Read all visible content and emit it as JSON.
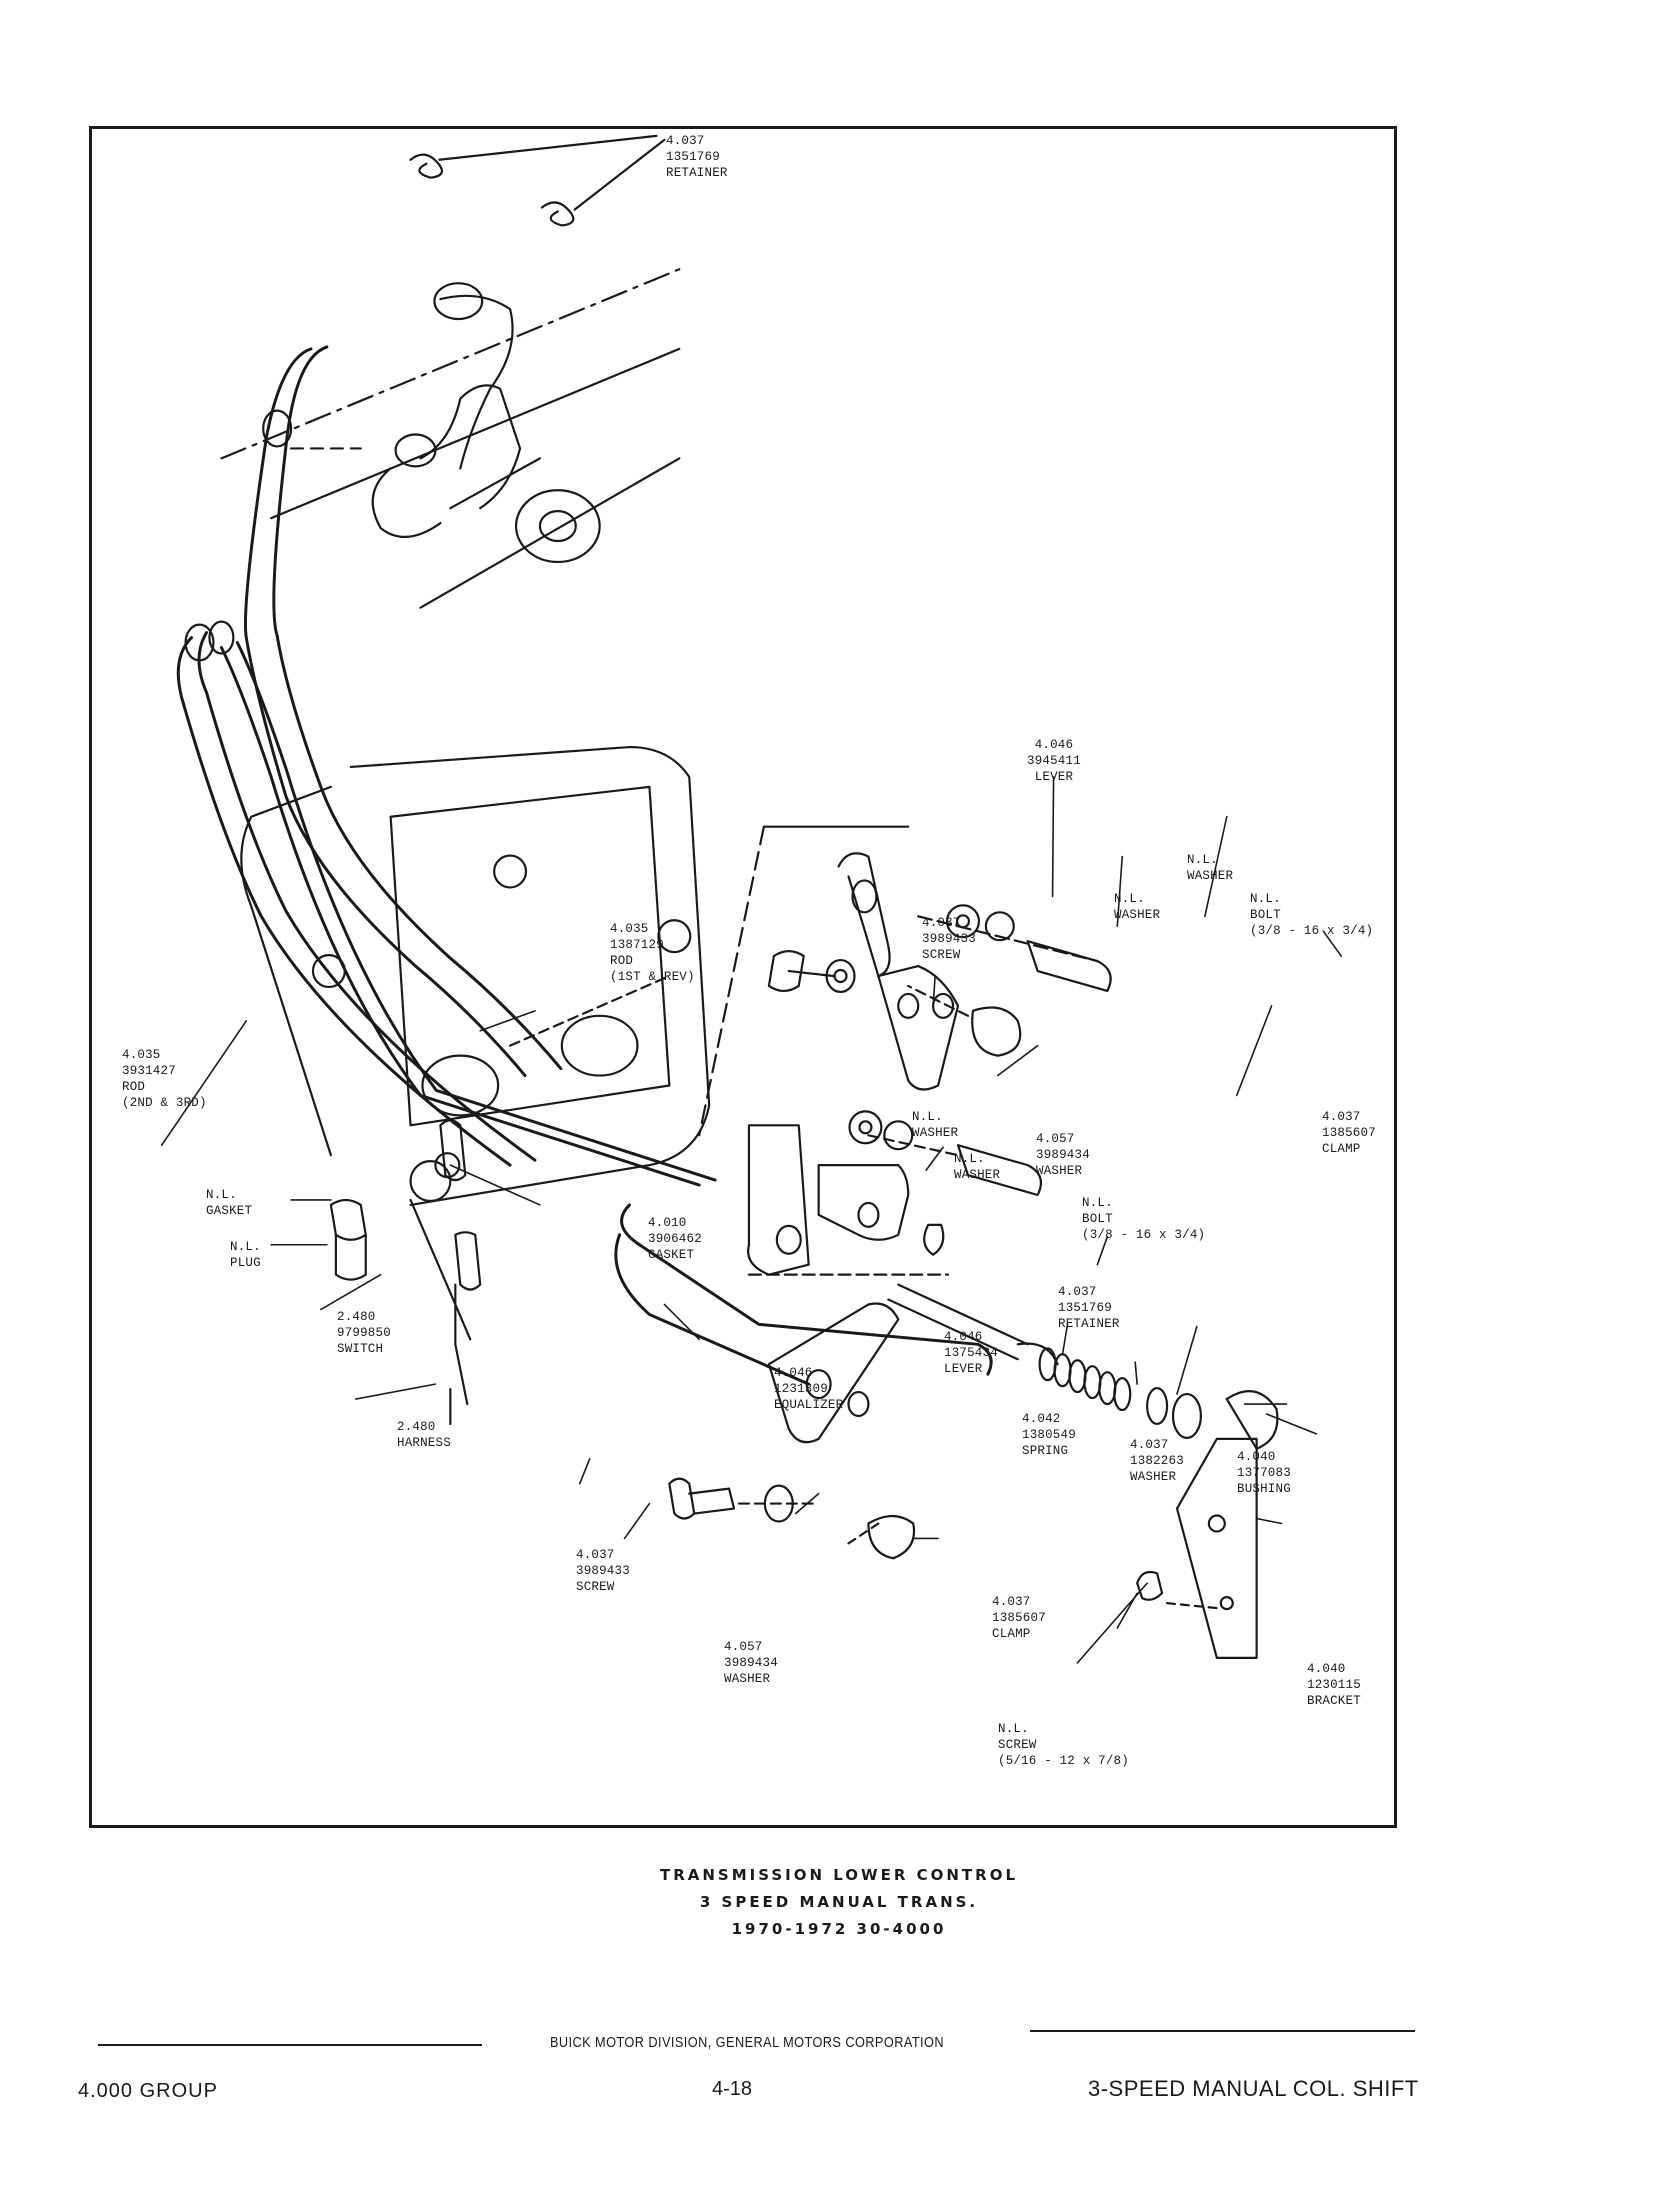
{
  "callouts": [
    {
      "id": "retainer-top",
      "lines": [
        "4.037",
        "1351769",
        "RETAINER"
      ]
    },
    {
      "id": "lever-3945411",
      "lines": [
        "4.046",
        "3945411",
        "LEVER"
      ]
    },
    {
      "id": "washer-nl-a",
      "lines": [
        "N.L.",
        "WASHER"
      ]
    },
    {
      "id": "washer-nl-b",
      "lines": [
        "N.L.",
        "WASHER"
      ]
    },
    {
      "id": "bolt-nl-top",
      "lines": [
        "N.L.",
        "BOLT",
        "(3/8 - 16 x 3/4)"
      ]
    },
    {
      "id": "screw-3989433-top",
      "lines": [
        "4.037",
        "3989433",
        "SCREW"
      ]
    },
    {
      "id": "rod-1387129",
      "lines": [
        "4.035",
        "1387129",
        "ROD",
        "(1ST & REV)"
      ]
    },
    {
      "id": "rod-3931427",
      "lines": [
        "4.035",
        "3931427",
        "ROD",
        "(2ND & 3RD)"
      ]
    },
    {
      "id": "clamp-top",
      "lines": [
        "4.037",
        "1385607",
        "CLAMP"
      ]
    },
    {
      "id": "washer-3989434-top",
      "lines": [
        "4.057",
        "3989434",
        "WASHER"
      ]
    },
    {
      "id": "washer-nl-c",
      "lines": [
        "N.L.",
        "WASHER"
      ]
    },
    {
      "id": "washer-nl-d",
      "lines": [
        "N.L.",
        "WASHER"
      ]
    },
    {
      "id": "bolt-nl-mid",
      "lines": [
        "N.L.",
        "BOLT",
        "(3/8 - 16 x 3/4)"
      ]
    },
    {
      "id": "gasket-nl",
      "lines": [
        "N.L.",
        "GASKET"
      ]
    },
    {
      "id": "gasket-3906462",
      "lines": [
        "4.010",
        "3906462",
        "GASKET"
      ]
    },
    {
      "id": "plug-nl",
      "lines": [
        "N.L.",
        "PLUG"
      ]
    },
    {
      "id": "retainer-mid",
      "lines": [
        "4.037",
        "1351769",
        "RETAINER"
      ]
    },
    {
      "id": "switch",
      "lines": [
        "2.480",
        "9799850",
        "SWITCH"
      ]
    },
    {
      "id": "lever-1375434",
      "lines": [
        "4.046",
        "1375434",
        "LEVER"
      ]
    },
    {
      "id": "equalizer",
      "lines": [
        "4.046",
        "1231309",
        "EQUALIZER"
      ]
    },
    {
      "id": "harness",
      "lines": [
        "2.480",
        "HARNESS"
      ]
    },
    {
      "id": "spring",
      "lines": [
        "4.042",
        "1380549",
        "SPRING"
      ]
    },
    {
      "id": "washer-1382263",
      "lines": [
        "4.037",
        "1382263",
        "WASHER"
      ]
    },
    {
      "id": "bushing",
      "lines": [
        "4.040",
        "1377083",
        "BUSHING"
      ]
    },
    {
      "id": "screw-3989433-bottom",
      "lines": [
        "4.037",
        "3989433",
        "SCREW"
      ]
    },
    {
      "id": "clamp-bottom",
      "lines": [
        "4.037",
        "1385607",
        "CLAMP"
      ]
    },
    {
      "id": "washer-3989434-bottom",
      "lines": [
        "4.057",
        "3989434",
        "WASHER"
      ]
    },
    {
      "id": "bracket",
      "lines": [
        "4.040",
        "1230115",
        "BRACKET"
      ]
    },
    {
      "id": "screw-nl-bottom",
      "lines": [
        "N.L.",
        "SCREW",
        "(5/16 - 12 x 7/8)"
      ]
    }
  ],
  "caption": [
    "TRANSMISSION LOWER CONTROL",
    "3 SPEED MANUAL TRANS.",
    "1970-1972 30-4000"
  ],
  "footer": {
    "corporation": "BUICK MOTOR DIVISION, GENERAL MOTORS CORPORATION",
    "group": "4.000 GROUP",
    "page": "4-18",
    "section": "3-SPEED MANUAL COL. SHIFT"
  }
}
